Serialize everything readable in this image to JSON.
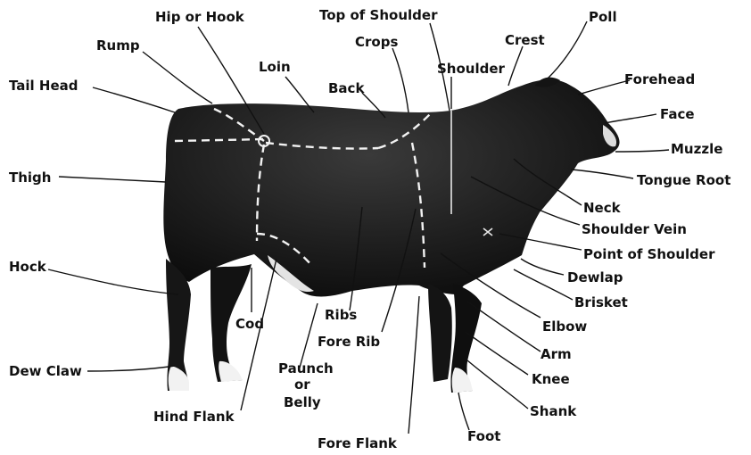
{
  "figure_type": "diagram",
  "labels": {
    "hip_or_hook": "Hip or Hook",
    "top_of_shoulder": "Top of Shoulder",
    "poll": "Poll",
    "rump": "Rump",
    "crops": "Crops",
    "crest": "Crest",
    "loin": "Loin",
    "shoulder": "Shoulder",
    "forehead": "Forehead",
    "tail_head": "Tail Head",
    "back": "Back",
    "face": "Face",
    "muzzle": "Muzzle",
    "thigh": "Thigh",
    "tongue_root": "Tongue Root",
    "neck": "Neck",
    "shoulder_vein": "Shoulder Vein",
    "hock": "Hock",
    "point_of_shoulder": "Point of Shoulder",
    "dewlap": "Dewlap",
    "brisket": "Brisket",
    "elbow": "Elbow",
    "cod": "Cod",
    "ribs": "Ribs",
    "fore_rib": "Fore Rib",
    "arm": "Arm",
    "paunch_or_belly_line1": "Paunch",
    "paunch_or_belly_line2": "or",
    "paunch_or_belly_line3": "Belly",
    "dew_claw": "Dew Claw",
    "knee": "Knee",
    "hind_flank": "Hind Flank",
    "shank": "Shank",
    "foot": "Foot",
    "fore_flank": "Fore Flank"
  },
  "colors": {
    "background": "#ffffff",
    "ink": "#111111",
    "animal_body": "#161616",
    "animal_highlight": "#3a3a3a",
    "white_markings": "#f2f2f2"
  }
}
